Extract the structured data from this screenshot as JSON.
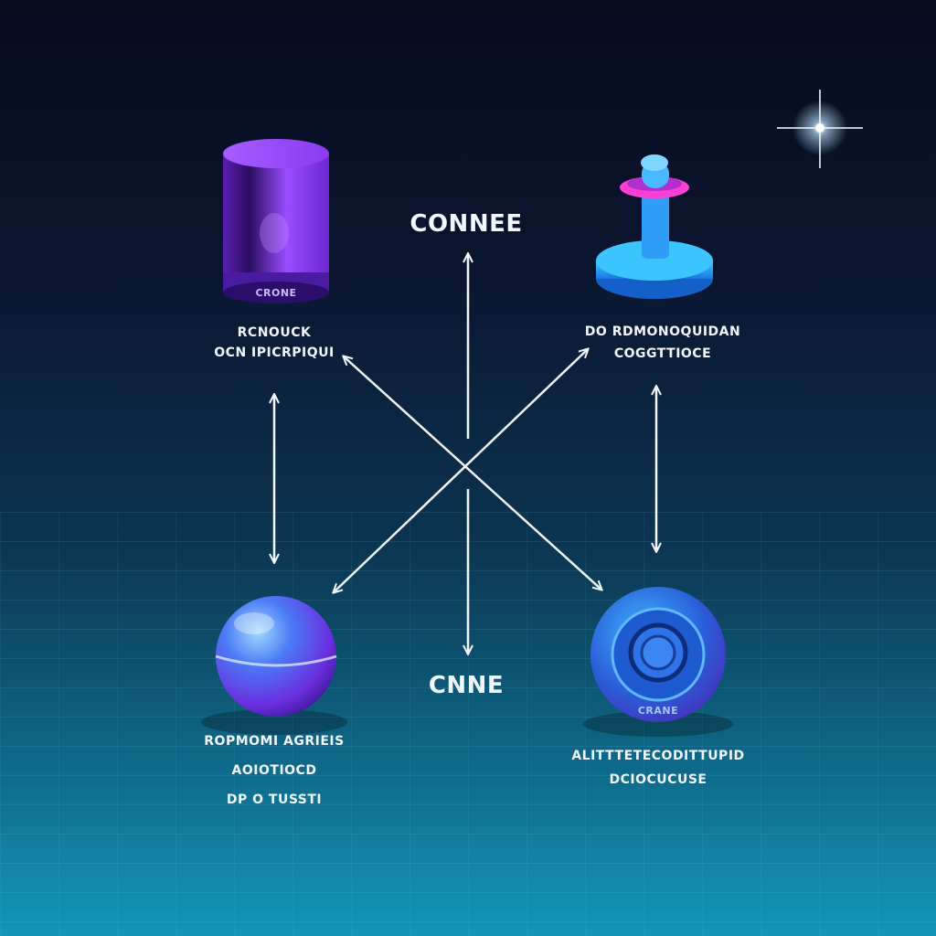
{
  "center_top_label": "CONNEE",
  "center_bottom_label": "CNNE",
  "nodes": {
    "cylinder": {
      "badge": "CRONE",
      "line1": "RCNOUCK",
      "line2": "OCN IPICRPIQUI"
    },
    "pin": {
      "line1": "DO RDMONOQUIDAN",
      "line2": "COGGTTIOCE"
    },
    "sphere": {
      "line1": "ROPMOMI AGRIEIS",
      "line2": "AOIOTIOCD",
      "line3": "DP O TUSSTI"
    },
    "dial": {
      "badge": "CRANE",
      "line1": "ALITTTETECODITTUPID",
      "line2": "DCIOCUCUSE"
    }
  },
  "colors": {
    "cylinder": "#8a3bf0",
    "pin_base": "#1ea8f0",
    "pin_ring": "#ff3ed6",
    "sphere": "#6b4cf5",
    "dial": "#2a7fe0",
    "arrow": "#f2f6ff"
  }
}
